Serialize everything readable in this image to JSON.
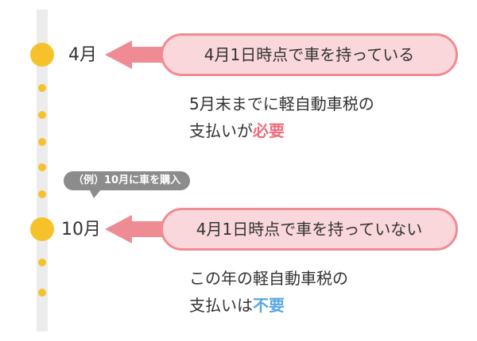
{
  "timeline": [
    {
      "month": "4月",
      "status": "4月1日時点で車を持っている",
      "description": {
        "line1": "5月末までに軽自動車税の",
        "line2_prefix": "支払いが",
        "line2_highlight": "必要"
      }
    },
    {
      "month": "10月",
      "status": "4月1日時点で車を持っていない",
      "description": {
        "line1": "この年の軽自動車税の",
        "line2_prefix": "支払いは",
        "line2_highlight": "不要"
      }
    }
  ],
  "example_tag": "（例）10月に車を購入",
  "colors": {
    "node": "#f7c12c",
    "arrow": "#ef8c93",
    "pill_fill": "#f9d7da",
    "highlight_required": "#ef6b7c",
    "highlight_not_required": "#57a6e1",
    "tag_bg": "#8c8c8c",
    "timeline_bar": "#ececec"
  }
}
